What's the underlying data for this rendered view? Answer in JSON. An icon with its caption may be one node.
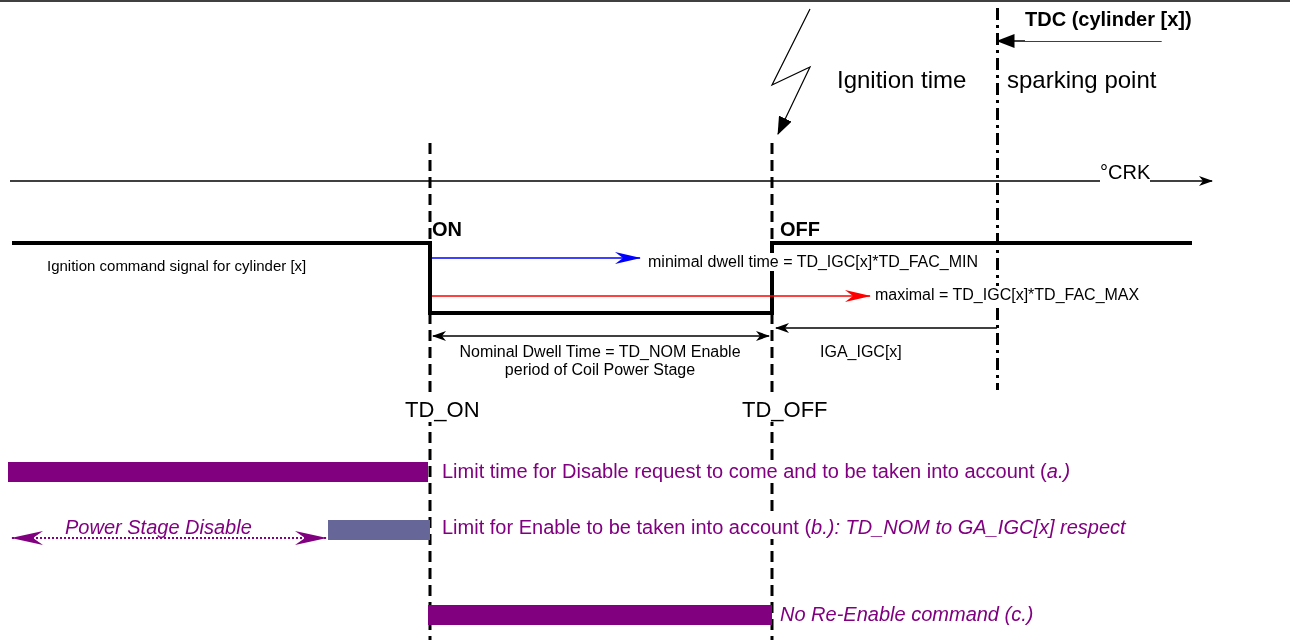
{
  "diagram": {
    "nodes": [
      {
        "text": [
          "TDC (cylinder [x])"
        ]
      },
      {
        "text": [],
        "shape": "bar",
        "beside": [
          "Limit time for Disable request to come and to be taken into account (*a.)*"
        ]
      },
      {
        "text": [],
        "shape": "bar",
        "beside": [
          "Limit for Enable to be taken into account (*b.): TD_NOM to GA_IGC[x] respect*"
        ]
      },
      {
        "text": [],
        "shape": "bar",
        "beside": [
          "No Re-Enable command (c.)"
        ]
      },
      {
        "text": [],
        "shape": "line"
      }
    ],
    "edges": [
      {
        "from": 0,
        "to": 4,
        "arrow": "to"
      }
    ],
    "labels": [
      "Ignition time",
      "sparking point",
      "°CRK",
      "ON",
      "OFF",
      "Ignition command signal for cylinder [x]",
      "minimal dwell time = TD_IGC[x]*TD_FAC_MIN",
      "maximal = TD_IGC[x]*TD_FAC_MAX",
      "Nominal Dwell Time = TD_NOM Enable period of Coil Power Stage",
      "IGA_IGC[x]",
      "TD_ON",
      "TD_OFF",
      "Power Stage Disable"
    ]
  }
}
